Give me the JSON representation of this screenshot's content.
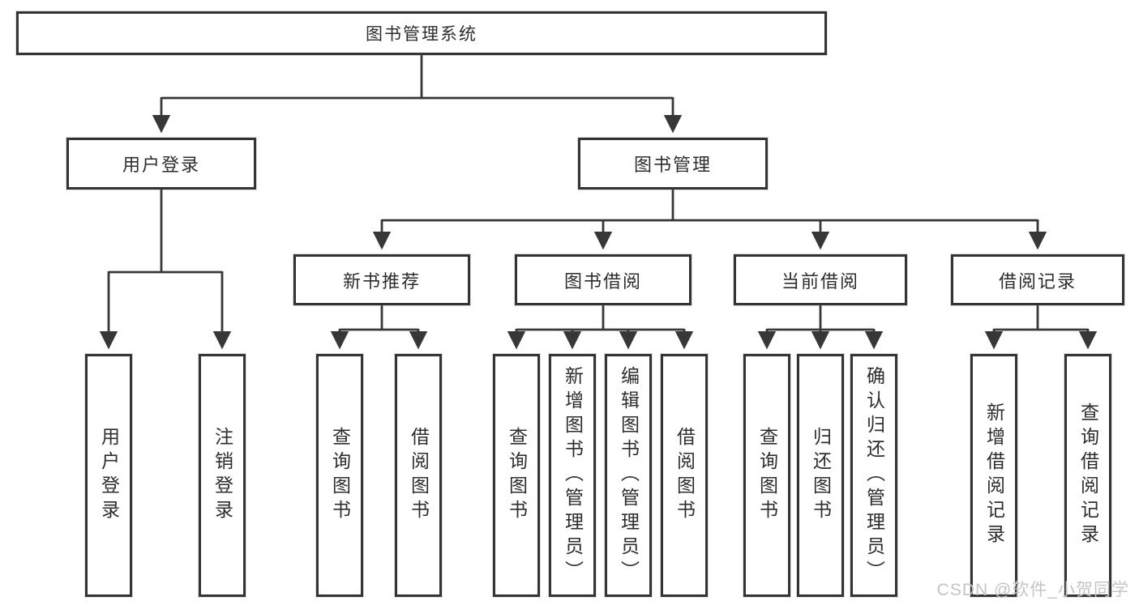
{
  "diagram": {
    "root": {
      "label": "图书管理系统"
    },
    "branches": [
      {
        "label": "用户登录",
        "children": [
          {
            "label": "用户登录"
          },
          {
            "label": "注销登录"
          }
        ]
      },
      {
        "label": "图书管理",
        "children": [
          {
            "label": "新书推荐",
            "children": [
              {
                "label": "查询图书"
              },
              {
                "label": "借阅图书"
              }
            ]
          },
          {
            "label": "图书借阅",
            "children": [
              {
                "label": "查询图书"
              },
              {
                "label": "新增图书（管理员）"
              },
              {
                "label": "编辑图书（管理员）"
              },
              {
                "label": "借阅图书"
              }
            ]
          },
          {
            "label": "当前借阅",
            "children": [
              {
                "label": "查询图书"
              },
              {
                "label": "归还图书"
              },
              {
                "label": "确认归还（管理员）"
              }
            ]
          },
          {
            "label": "借阅记录",
            "children": [
              {
                "label": "新增借阅记录"
              },
              {
                "label": "查询借阅记录"
              }
            ]
          }
        ]
      }
    ]
  },
  "watermark": {
    "text": "CSDN @软件_小贺同学"
  },
  "style": {
    "line_color": "#373737",
    "box_border_color": "#343434",
    "text_color": "#2d2d2d",
    "watermark_color": "#c4c4c4",
    "background": "#ffffff"
  }
}
